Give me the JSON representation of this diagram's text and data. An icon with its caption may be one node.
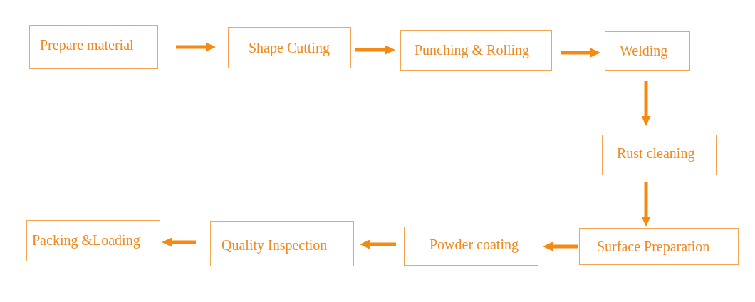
{
  "diagram": {
    "nodes": [
      {
        "text": [
          "Prepare material"
        ]
      },
      {
        "text": [
          "Shape Cutting"
        ]
      },
      {
        "text": [
          "Punching & Rolling"
        ]
      },
      {
        "text": [
          "Welding"
        ]
      },
      {
        "text": [
          "Rust cleaning"
        ]
      },
      {
        "text": [
          "Surface Preparation"
        ]
      },
      {
        "text": [
          "Powder coating"
        ]
      },
      {
        "text": [
          "Quality Inspection"
        ]
      },
      {
        "text": [
          "Packing &Loading"
        ]
      }
    ],
    "edges": [
      {
        "from": 0,
        "to": 1,
        "arrow": "to"
      },
      {
        "from": 1,
        "to": 2,
        "arrow": "to"
      },
      {
        "from": 2,
        "to": 3,
        "arrow": "to"
      },
      {
        "from": 3,
        "to": 4,
        "arrow": "to"
      },
      {
        "from": 4,
        "to": 5,
        "arrow": "to"
      },
      {
        "from": 5,
        "to": 6,
        "arrow": "to"
      },
      {
        "from": 6,
        "to": 7,
        "arrow": "to"
      },
      {
        "from": 7,
        "to": 8,
        "arrow": "to"
      }
    ]
  }
}
